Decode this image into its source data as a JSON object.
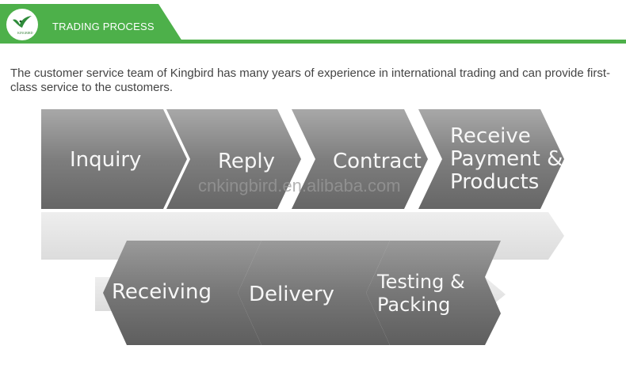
{
  "header": {
    "logo_text": "KINGBIRD",
    "title": "TRADING PROCESS"
  },
  "intro": "The customer service team of Kingbird has many years of experience in international trading and can provide first-class service to the customers.",
  "steps_row1": [
    "Inquiry",
    "Reply",
    "Contract"
  ],
  "step4": {
    "line1": "Receive",
    "line2": "Payment &",
    "line3": "Products"
  },
  "steps_row2": [
    "Receiving",
    "Delivery"
  ],
  "step7": {
    "line1": "Testing &",
    "line2": "Packing"
  },
  "watermark": "cnkingbird.en.alibaba.com",
  "colors": {
    "brand_green": "#4db04a",
    "arrow_dark": "#7f7f7f",
    "arrow_light": "#e4e4e4"
  },
  "icons": {
    "logo": "bird-logo-icon"
  }
}
